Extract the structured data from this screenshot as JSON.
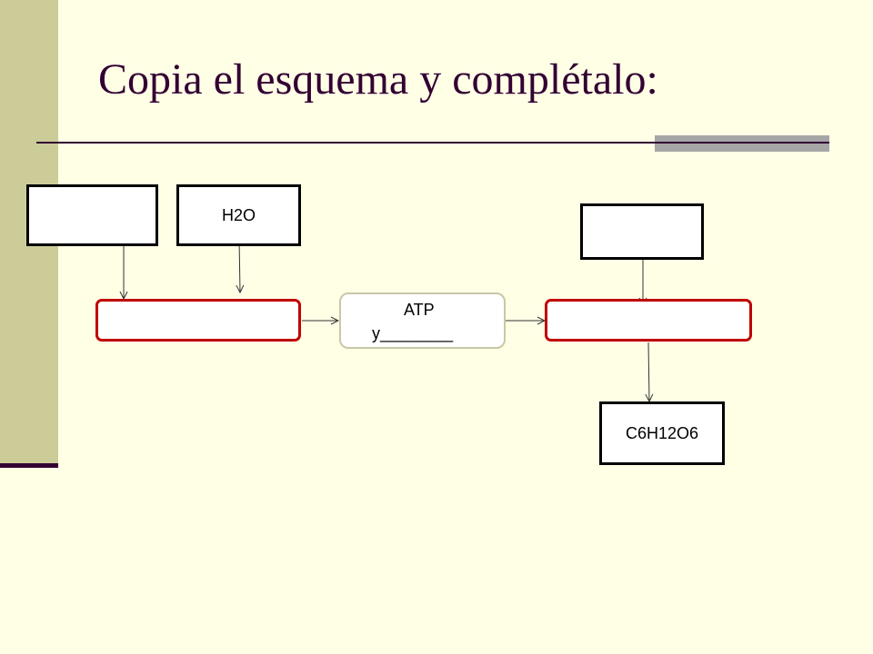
{
  "slide": {
    "title": "Copia el esquema y complétalo:"
  },
  "diagram": {
    "top_left_box": "",
    "water_box": "H2O",
    "top_right_box": "",
    "left_stage_box": "",
    "center_line1": "ATP",
    "center_line2": "y________",
    "right_stage_box": "",
    "glucose_box": "C6H12O6"
  },
  "colors": {
    "background": "#FFFFE6",
    "sidebar": "#CCCC99",
    "title": "#330033",
    "stage_border": "#C00000",
    "center_border": "#C8C8A8"
  }
}
